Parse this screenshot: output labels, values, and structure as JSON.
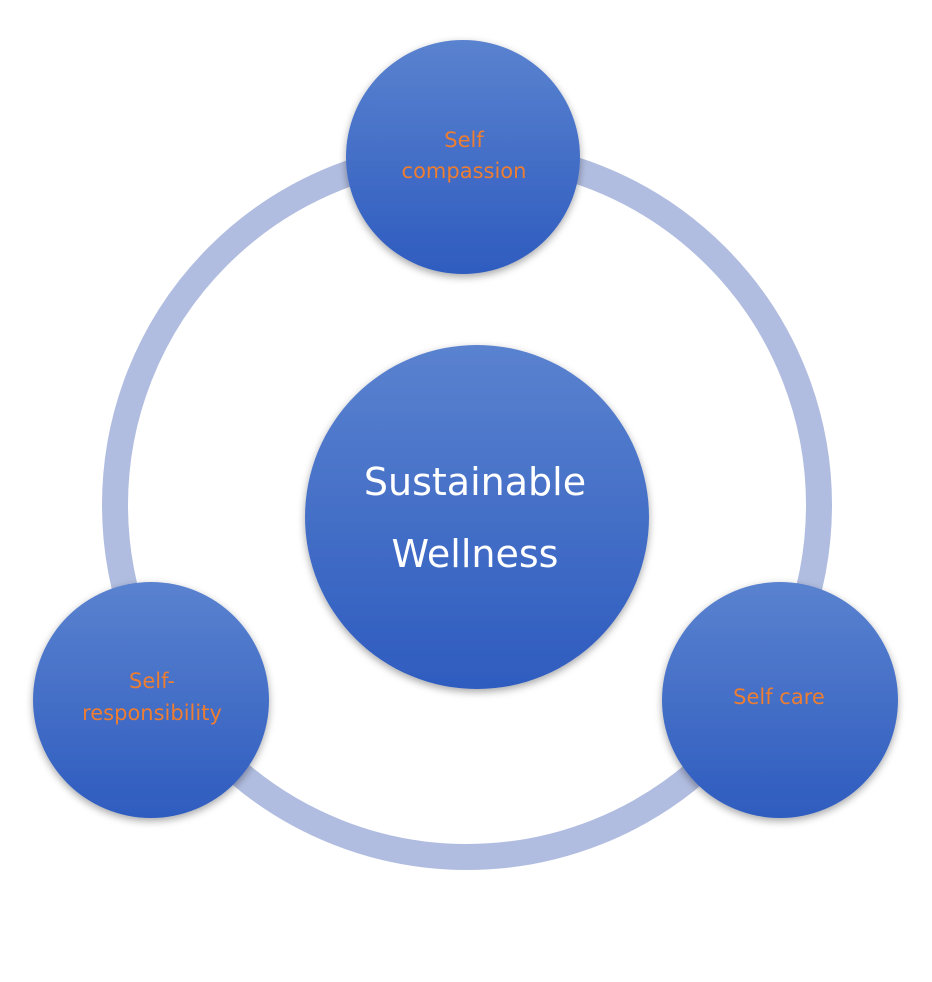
{
  "diagram": {
    "center": {
      "line1": "Sustainable",
      "line2": "Wellness"
    },
    "nodes": {
      "top": {
        "line1": "Self",
        "line2": "compassion"
      },
      "left": {
        "line1": "Self-",
        "line2": "responsibility"
      },
      "right": {
        "line1": "Self care"
      }
    }
  },
  "colors": {
    "ring": "#b1bde0",
    "circle_top": "#5a82cf",
    "circle_bottom": "#2e5cbf",
    "outer_label": "#ed7d31",
    "center_label": "#ffffff"
  }
}
